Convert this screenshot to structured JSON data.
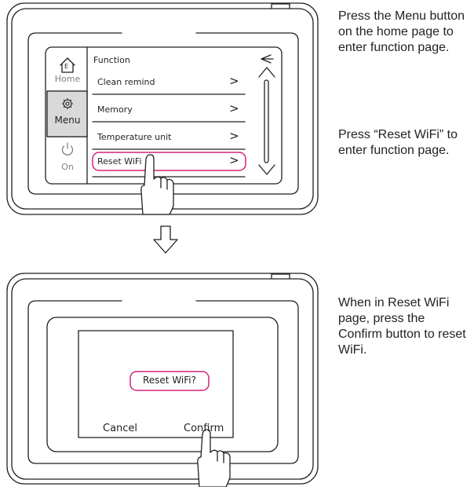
{
  "step1": {
    "sidebar": {
      "home_icon_glyph": "E",
      "home_label": "Home",
      "menu_label": "Menu",
      "on_label": "On"
    },
    "function_title": "Function",
    "items": [
      {
        "label": "Clean remind",
        "arrow": ">"
      },
      {
        "label": "Memory",
        "arrow": ">"
      },
      {
        "label": "Temperature unit",
        "arrow": ">"
      },
      {
        "label": "Reset WiFi",
        "arrow": ">"
      }
    ],
    "highlighted_item_index": 3,
    "instructions": [
      "Press the Menu button on the home page to enter function page.",
      "Press “Reset WiFi” to enter function page."
    ]
  },
  "step2": {
    "prompt": "Reset WiFi?",
    "cancel_label": "Cancel",
    "confirm_label": "Confirm",
    "instruction": "When in Reset WiFi page, press the Confirm button to reset WiFi."
  },
  "colors": {
    "outline": "#231f20",
    "highlight": "#d4237a",
    "menu_active_bg": "#d9d9d9",
    "muted": "#808080"
  },
  "icons": {
    "home": "home-icon",
    "menu": "gear-icon",
    "on": "power-icon",
    "back": "back-arrow-icon",
    "scroll_up": "chevron-up-icon",
    "scroll_down": "chevron-down-icon",
    "transition": "down-arrow-icon",
    "pointer": "pointing-hand-icon"
  }
}
